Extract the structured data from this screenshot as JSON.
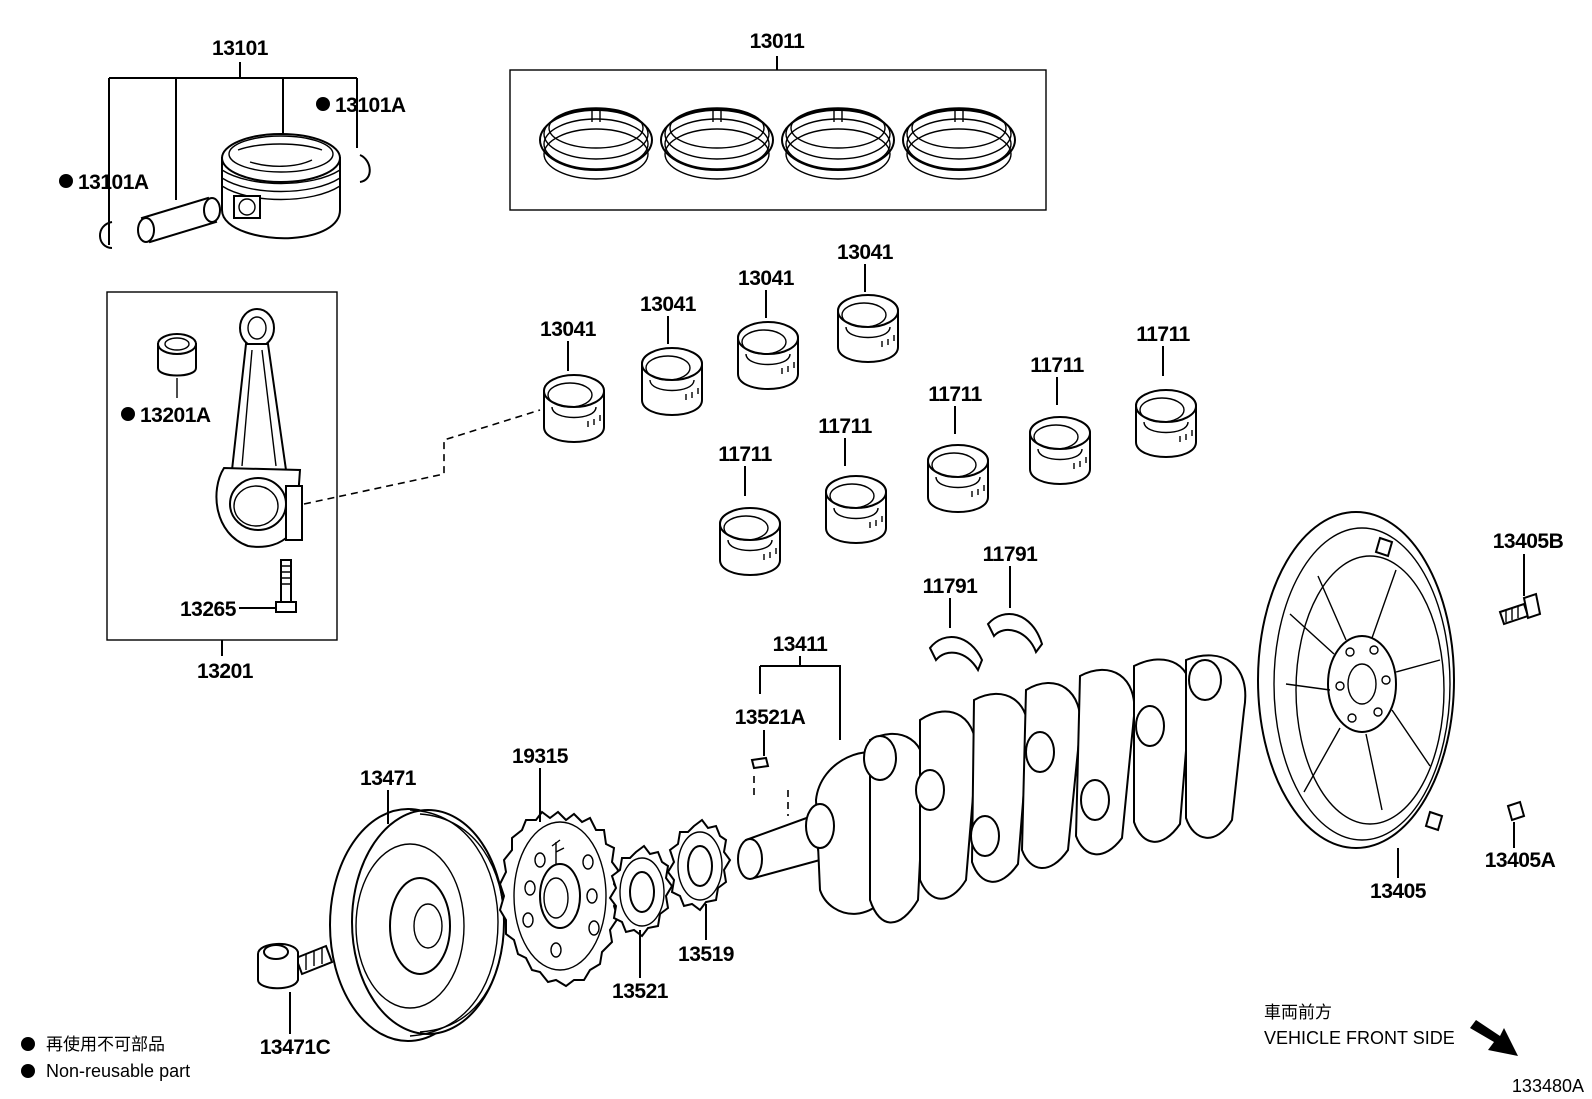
{
  "diagram_id": "133480A",
  "parts": {
    "piston_sub_assy": "13101",
    "piston_snap_ring_right": "13101A",
    "piston_snap_ring_left": "13101A",
    "piston_ring_set": "13011",
    "conrod_bushing": "13201A",
    "conrod_bolt": "13265",
    "conrod_assy": "13201",
    "conrod_bearing_1": "13041",
    "conrod_bearing_2": "13041",
    "conrod_bearing_3": "13041",
    "conrod_bearing_4": "13041",
    "main_bearing_1": "11711",
    "main_bearing_2": "11711",
    "main_bearing_3": "11711",
    "main_bearing_4": "11711",
    "main_bearing_5": "11711",
    "thrust_washer_1": "11791",
    "thrust_washer_2": "11791",
    "crankshaft": "13411",
    "crankshaft_key": "13521A",
    "timing_rotor": "19315",
    "crankshaft_pulley": "13471",
    "pulley_bolt": "13471C",
    "crank_gear": "13521",
    "oil_pump_gear": "13519",
    "drive_plate": "13405",
    "drive_plate_bolt": "13405B",
    "drive_plate_pin": "13405A"
  },
  "legend": {
    "jp": "再使用不可部品",
    "en": "Non-reusable part"
  },
  "direction": {
    "jp": "車両前方",
    "en": "VEHICLE FRONT SIDE"
  }
}
